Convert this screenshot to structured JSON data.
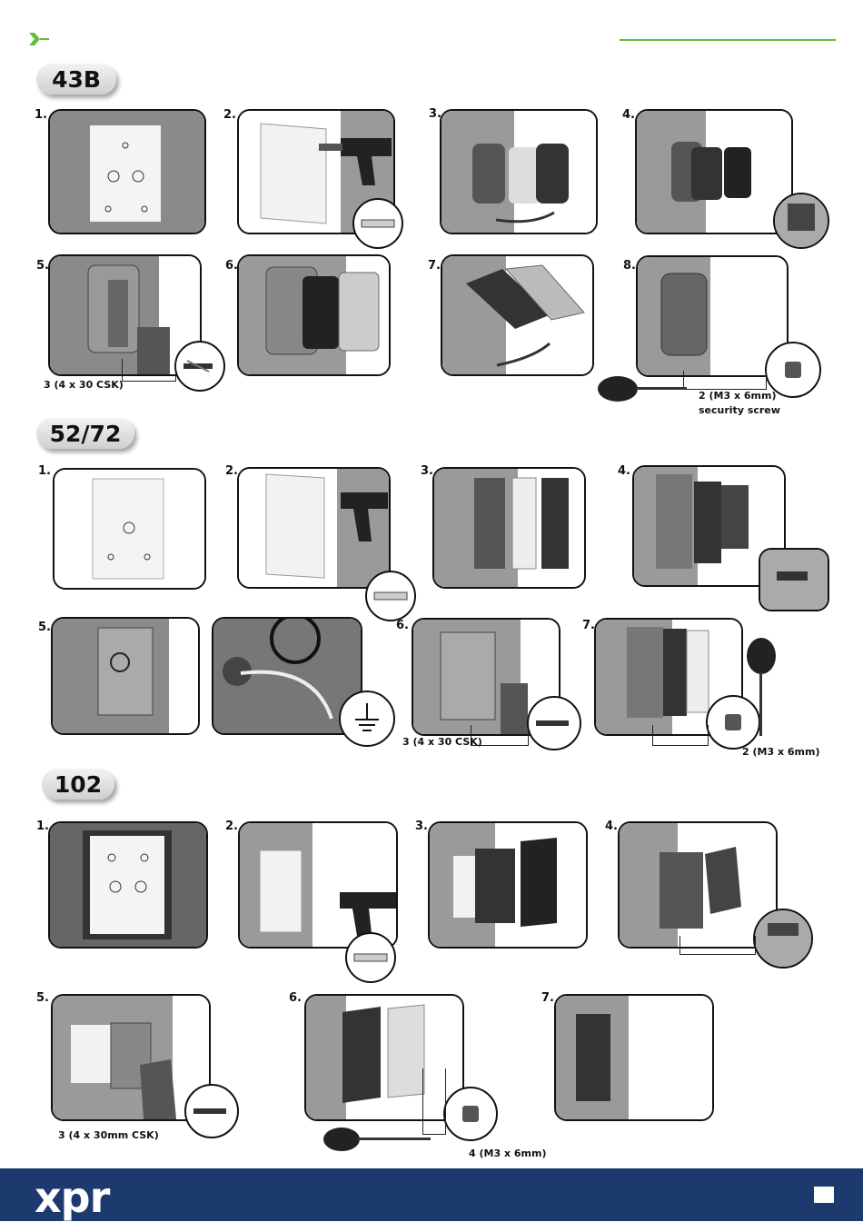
{
  "sections": [
    {
      "model": "43B",
      "steps": [
        {
          "n": "1."
        },
        {
          "n": "2."
        },
        {
          "n": "3."
        },
        {
          "n": "4."
        },
        {
          "n": "5."
        },
        {
          "n": "6."
        },
        {
          "n": "7."
        },
        {
          "n": "8."
        }
      ],
      "captions": {
        "screws": "3 (4 x 30 CSK)",
        "security_1": "2 (M3 x 6mm)",
        "security_2": "security screw"
      }
    },
    {
      "model": "52/72",
      "steps": [
        {
          "n": "1."
        },
        {
          "n": "2."
        },
        {
          "n": "3."
        },
        {
          "n": "4."
        },
        {
          "n": "5."
        },
        {
          "n": "6."
        },
        {
          "n": "7."
        }
      ],
      "captions": {
        "screws": "3 (4 x 30 CSK)",
        "security": "2 (M3 x 6mm)"
      }
    },
    {
      "model": "102",
      "steps": [
        {
          "n": "1."
        },
        {
          "n": "2."
        },
        {
          "n": "3."
        },
        {
          "n": "4."
        },
        {
          "n": "5."
        },
        {
          "n": "6."
        },
        {
          "n": "7."
        }
      ],
      "captions": {
        "screws": "3 (4 x 30mm CSK)",
        "security": "4 (M3 x 6mm)"
      }
    }
  ],
  "footer": {
    "logo": "xpr"
  },
  "colors": {
    "accent": "#5fbf3f",
    "footer": "#1d3a6e"
  }
}
